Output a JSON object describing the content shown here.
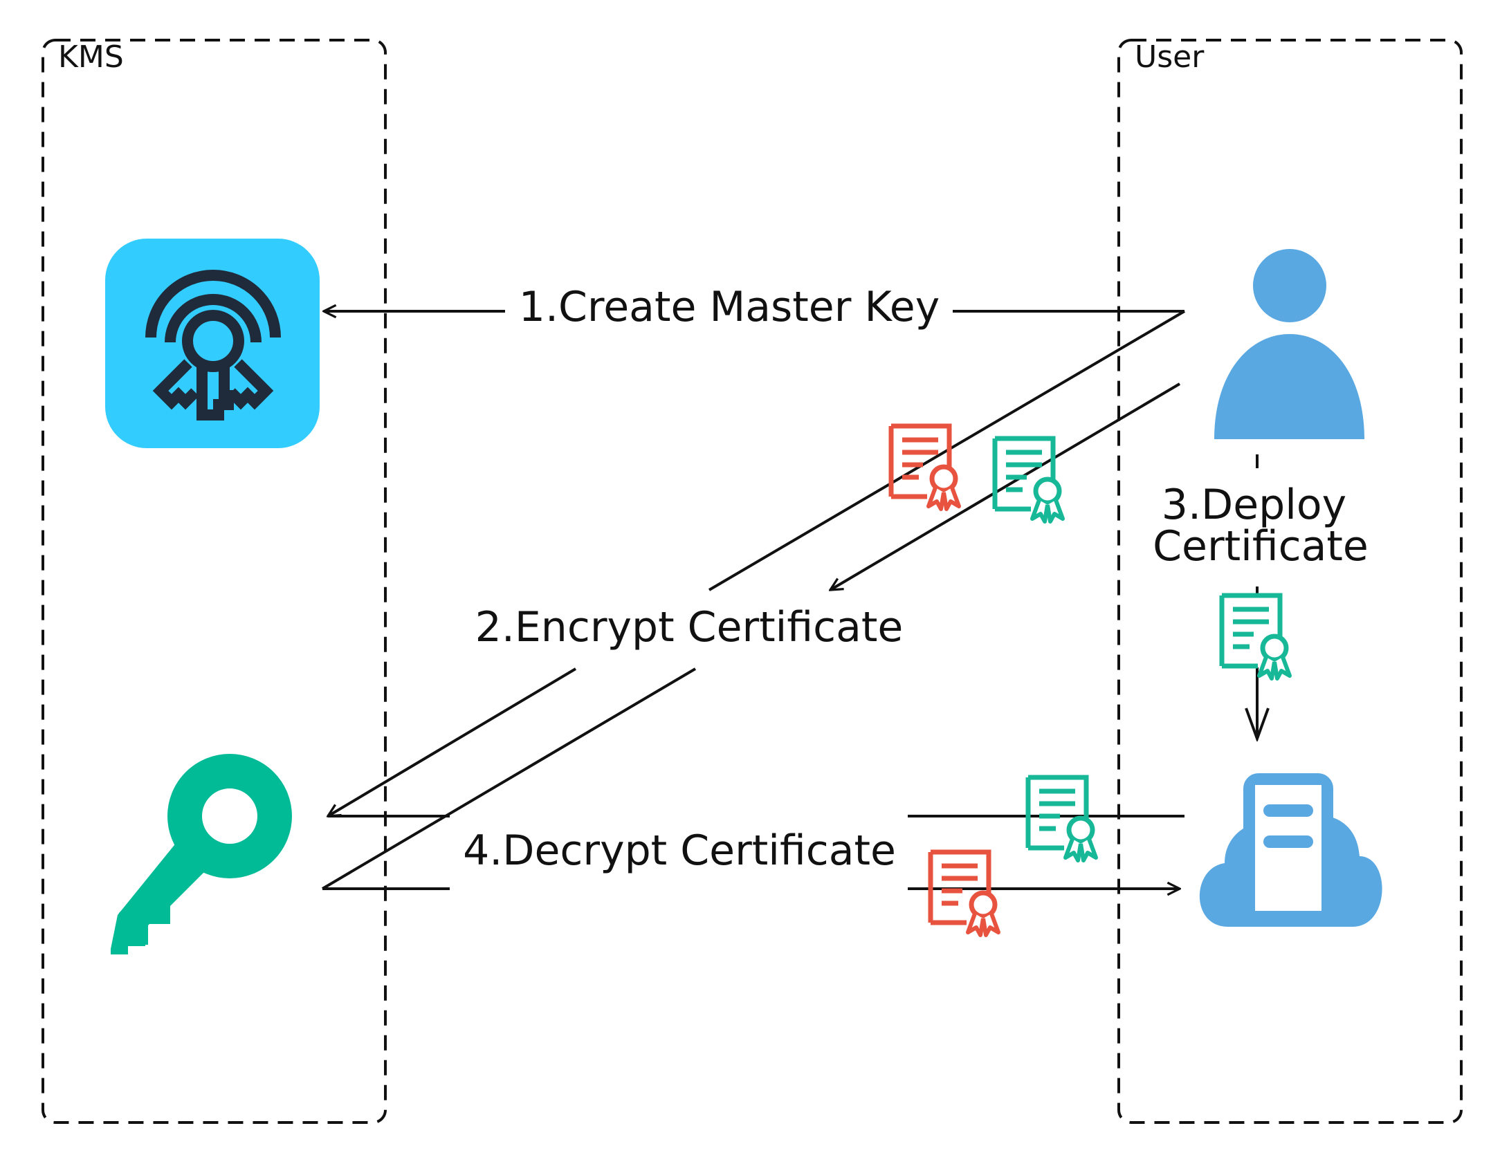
{
  "diagram": {
    "lanes": [
      {
        "id": "kms",
        "label": "KMS"
      },
      {
        "id": "user",
        "label": "User"
      }
    ],
    "steps": {
      "create_master_key": "1.Create Master Key",
      "encrypt_certificate": "2.Encrypt Certificate",
      "deploy_line1": "3.Deploy",
      "deploy_line2": "Certificate",
      "decrypt_certificate": "4.Decrypt Certificate"
    },
    "icons": {
      "master_key": "kms-master-key-icon",
      "data_key": "data-key-icon",
      "user": "user-person-icon",
      "server": "cloud-server-icon",
      "certificate_plain": "certificate-icon",
      "certificate_encrypted": "certificate-icon"
    },
    "colors": {
      "kms_tile": "#33CCFF",
      "kms_glyph": "#1f2a3a",
      "key_green": "#00BB96",
      "cert_green": "#17B898",
      "cert_red": "#E8533F",
      "user_blue": "#5AA8E2",
      "line": "#111111"
    }
  }
}
